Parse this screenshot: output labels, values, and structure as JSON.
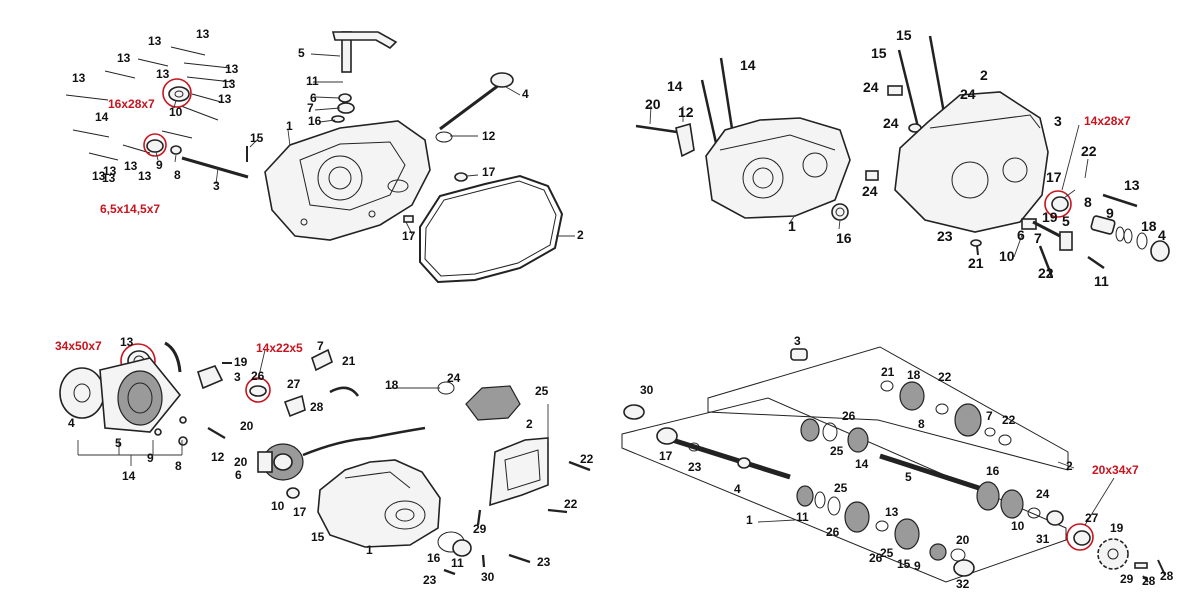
{
  "panels": {
    "right_cover": {
      "callouts": [
        "13",
        "13",
        "13",
        "13",
        "13",
        "13",
        "13",
        "13",
        "13",
        "13",
        "13",
        "13",
        "13",
        "14",
        "5",
        "11",
        "6",
        "7",
        "16",
        "4",
        "12",
        "15",
        "1",
        "10",
        "9",
        "8",
        "3",
        "17",
        "17",
        "2"
      ],
      "seal_labels": [
        "16x28x7",
        "6,5x14,5x7"
      ]
    },
    "crankcase": {
      "callouts": [
        "14",
        "14",
        "20",
        "12",
        "1",
        "16",
        "15",
        "15",
        "2",
        "24",
        "24",
        "24",
        "3",
        "22",
        "17",
        "13",
        "24",
        "19",
        "5",
        "8",
        "9",
        "18",
        "4",
        "23",
        "6",
        "7",
        "21",
        "10",
        "22",
        "11"
      ],
      "seal_labels": [
        "14x28x7"
      ]
    },
    "left_cover": {
      "callouts": [
        "13",
        "19",
        "3",
        "26",
        "7",
        "21",
        "27",
        "28",
        "18",
        "24",
        "25",
        "4",
        "5",
        "9",
        "8",
        "14",
        "12",
        "20",
        "20",
        "6",
        "2",
        "10",
        "17",
        "22",
        "15",
        "1",
        "22",
        "29",
        "16",
        "11",
        "23",
        "23",
        "30"
      ],
      "seal_labels": [
        "34x50x7",
        "14x22x5"
      ]
    },
    "transmission": {
      "callouts": [
        "3",
        "21",
        "18",
        "22",
        "8",
        "7",
        "22",
        "26",
        "25",
        "14",
        "30",
        "17",
        "23",
        "4",
        "5",
        "16",
        "24",
        "2",
        "11",
        "25",
        "26",
        "13",
        "26",
        "25",
        "20",
        "15",
        "9",
        "1",
        "10",
        "31",
        "32",
        "27",
        "19",
        "28",
        "29",
        "28"
      ],
      "seal_labels": [
        "20x34x7"
      ]
    }
  },
  "colors": {
    "line": "#222222",
    "highlight": "#c8141e",
    "background": "#ffffff"
  },
  "icons": [
    "engine-cover-icon",
    "crankcase-icon",
    "gasket-icon",
    "bolt-icon",
    "oil-seal-icon",
    "gear-icon",
    "shaft-icon",
    "stator-icon",
    "flywheel-icon"
  ]
}
